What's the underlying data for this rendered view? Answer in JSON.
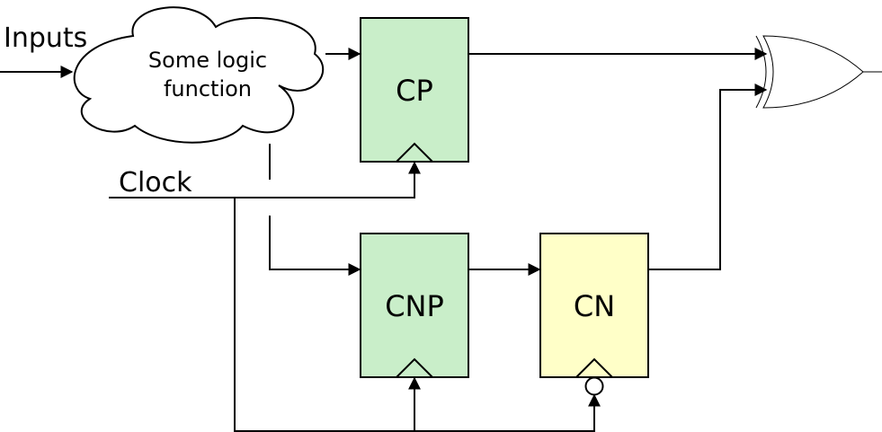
{
  "labels": {
    "inputs": "Inputs",
    "clock": "Clock",
    "logic_line1": "Some logic",
    "logic_line2": "function"
  },
  "blocks": {
    "cp": "CP",
    "cnp": "CNP",
    "cn": "CN"
  },
  "colors": {
    "green_fill": "#c9eec9",
    "yellow_fill": "#ffffc8",
    "stroke": "#000000"
  }
}
